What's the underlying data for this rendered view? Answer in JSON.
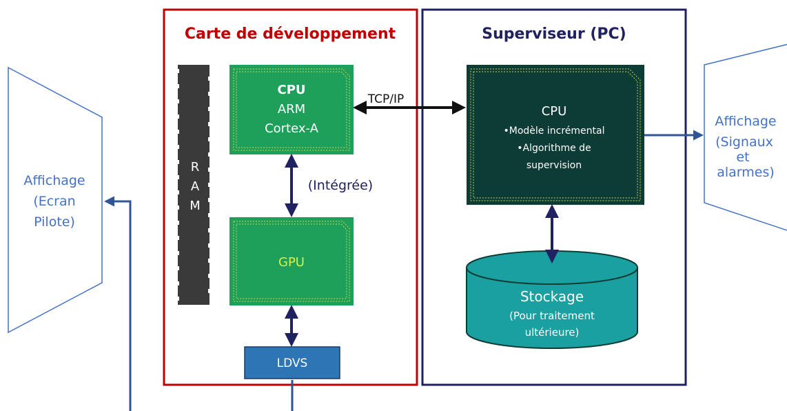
{
  "left_display": {
    "line1": "Affichage",
    "line2": "(Ecran",
    "line3": "Pilote)"
  },
  "right_display": {
    "line1": "Affichage",
    "line2": "(Signaux",
    "line3": "et",
    "line4": "alarmes)"
  },
  "dev_board": {
    "title": "Carte de développement"
  },
  "supervisor": {
    "title": "Superviseur (PC)"
  },
  "ram": {
    "letters": [
      "R",
      "A",
      "M"
    ]
  },
  "cpu_arm": {
    "line1": "CPU",
    "line2": "ARM",
    "line3": "Cortex-A"
  },
  "gpu": {
    "label": "GPU"
  },
  "ldvs": {
    "label": "LDVS"
  },
  "integrated_label": "(Intégrée)",
  "tcpip_label": "TCP/IP",
  "cpu_pc": {
    "line1": "CPU",
    "line2": "•Modèle incrémental",
    "line3": "•Algorithme de",
    "line4": "supervision"
  },
  "storage": {
    "line1": "Stockage",
    "line2": "(Pour traitement",
    "line3": "ultérieure)"
  },
  "colors": {
    "dev_border": "#c00000",
    "pc_border": "#1f2160",
    "chip_green": "#1fa05a",
    "chip_dark": "#0d3c36",
    "storage_teal": "#1aa0a0",
    "ldvs_blue": "#2e75b6",
    "display_text": "#4472c4",
    "arrow_navy": "#1f2160",
    "line_blue": "#2f5597"
  }
}
